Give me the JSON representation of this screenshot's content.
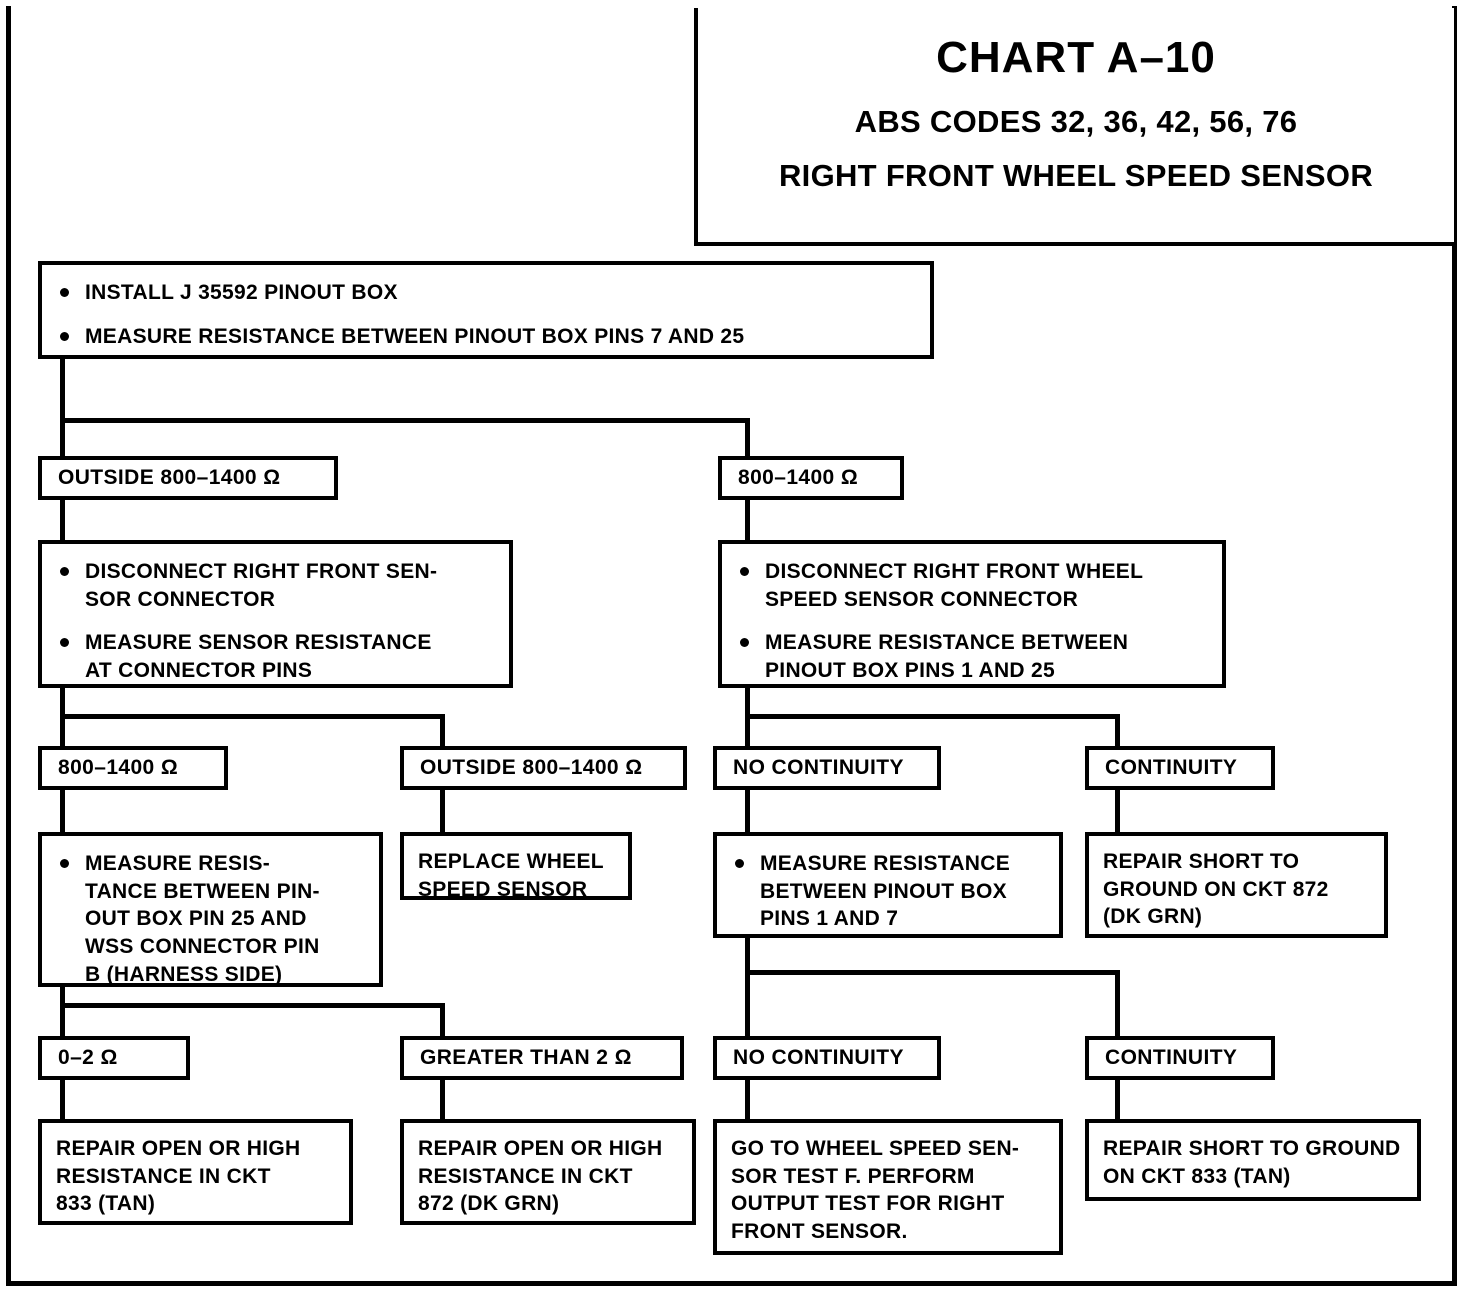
{
  "title": {
    "chart": "CHART A–10",
    "codes": "ABS CODES 32, 36, 42, 56, 76",
    "subject": "RIGHT FRONT WHEEL SPEED SENSOR"
  },
  "nodes": {
    "start": {
      "bullets": [
        "INSTALL J 35592 PINOUT BOX",
        "MEASURE RESISTANCE BETWEEN PINOUT BOX PINS 7 AND 25"
      ]
    },
    "branch_outside_800_1400": "OUTSIDE 800–1400  Ω",
    "branch_800_1400": "800–1400  Ω",
    "left_step": {
      "bullets": [
        "DISCONNECT RIGHT FRONT SEN-\nSOR CONNECTOR",
        "MEASURE SENSOR  RESISTANCE\nAT CONNECTOR PINS"
      ]
    },
    "right_step": {
      "bullets": [
        "DISCONNECT RIGHT FRONT WHEEL\nSPEED SENSOR CONNECTOR",
        "MEASURE RESISTANCE  BETWEEN\nPINOUT BOX PINS 1 AND 25"
      ]
    },
    "left_ok_800_1400": "800–1400  Ω",
    "left_outside_800_1400": "OUTSIDE 800–1400  Ω",
    "right_no_continuity_1": "NO CONTINUITY",
    "right_continuity_1": "CONTINUITY",
    "measure_pin25_wss": {
      "bullets": [
        "MEASURE  RESIS-\nTANCE BETWEEN PIN-\nOUT BOX PIN 25 AND\nWSS CONNECTOR PIN\nB (HARNESS SIDE)"
      ]
    },
    "replace_sensor": "REPLACE WHEEL\nSPEED SENSOR",
    "measure_pins_1_7": {
      "bullets": [
        "MEASURE RESISTANCE\nBETWEEN PINOUT BOX\nPINS 1 AND 7"
      ]
    },
    "repair_short_872": "REPAIR SHORT TO\nGROUND ON CKT 872\n(DK GRN)",
    "range_0_2": "0–2  Ω",
    "range_gt_2": "GREATER THAN 2  Ω",
    "right_no_continuity_2": "NO CONTINUITY",
    "right_continuity_2": "CONTINUITY",
    "repair_open_833": "REPAIR OPEN OR HIGH\nRESISTANCE IN CKT\n833 (TAN)",
    "repair_open_872": "REPAIR OPEN OR HIGH\nRESISTANCE IN CKT\n872 (DK GRN)",
    "goto_test_f": "GO TO WHEEL SPEED SEN-\nSOR TEST F. PERFORM\nOUTPUT TEST FOR RIGHT\nFRONT SENSOR.",
    "repair_short_833": "REPAIR SHORT TO GROUND\nON CKT 833 (TAN)"
  },
  "colors": {
    "ink": "#000000",
    "paper": "#ffffff"
  }
}
